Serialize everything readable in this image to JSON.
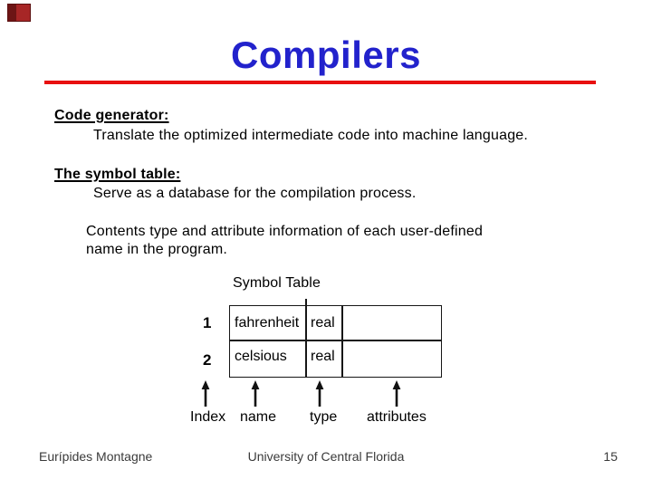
{
  "slide": {
    "title": "Compilers",
    "title_color": "#2222cc",
    "rule_color": "#e81010"
  },
  "body": {
    "sections": [
      {
        "heading": "Code generator:",
        "detail": "Translate the optimized intermediate code into machine language."
      },
      {
        "heading": "The symbol table:",
        "detail": "Serve as a database for the compilation process."
      }
    ],
    "paragraph_lines": [
      "Contents type and attribute information of each user-defined",
      "name in the program."
    ]
  },
  "diagram": {
    "caption": "Symbol Table",
    "rows": [
      {
        "index": "1",
        "name": "fahrenheit",
        "type": "real",
        "attributes": ""
      },
      {
        "index": "2",
        "name": "celsious",
        "type": "real",
        "attributes": ""
      }
    ],
    "column_labels": [
      "Index",
      "name",
      "type",
      "attributes"
    ],
    "icons": {
      "up_arrow": "up-arrow",
      "corner_mark": "red-corner-mark"
    }
  },
  "footer": {
    "author": "Eurípides Montagne",
    "institution": "University of Central Florida",
    "page_number": "15"
  }
}
